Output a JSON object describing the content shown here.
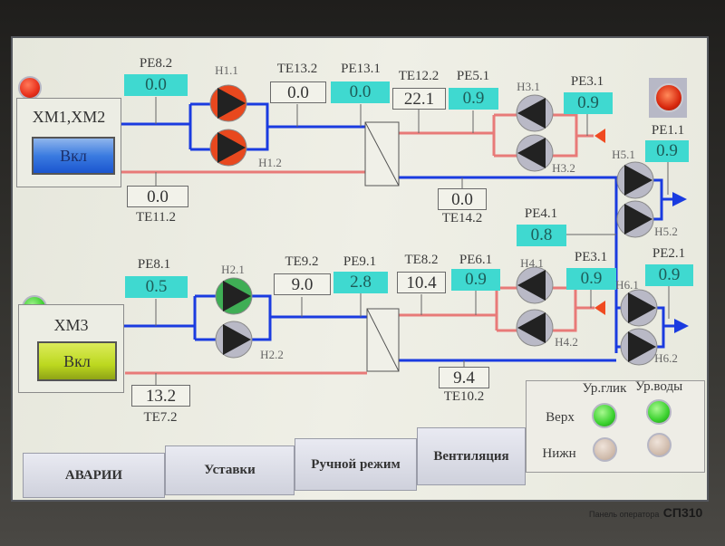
{
  "units": {
    "top": {
      "name": "ХМ1,ХМ2",
      "button": "Вкл",
      "status_color": "#e8301c"
    },
    "bottom": {
      "name": "ХМ3",
      "button": "Вкл",
      "status_color": "#3ccf2e"
    }
  },
  "sensors": [
    {
      "tag": "PE8.2",
      "value": "0.0"
    },
    {
      "tag": "TE13.2",
      "value": "0.0"
    },
    {
      "tag": "PE13.1",
      "value": "0.0"
    },
    {
      "tag": "TE11.2",
      "value": "0.0"
    },
    {
      "tag": "TE12.2",
      "value": "22.1"
    },
    {
      "tag": "PE5.1",
      "value": "0.9"
    },
    {
      "tag": "PE3.1",
      "value": "0.9"
    },
    {
      "tag": "PE1.1",
      "value": "0.9"
    },
    {
      "tag": "TE14.2",
      "value": "0.0"
    },
    {
      "tag": "PE4.1",
      "value": "0.8"
    },
    {
      "tag": "PE8.1",
      "value": "0.5"
    },
    {
      "tag": "TE9.2",
      "value": "9.0"
    },
    {
      "tag": "PE9.1",
      "value": "2.8"
    },
    {
      "tag": "TE7.2",
      "value": "13.2"
    },
    {
      "tag": "TE8.2",
      "value": "10.4"
    },
    {
      "tag": "PE6.1",
      "value": "0.9"
    },
    {
      "tag": "PE3.1",
      "value": "0.9"
    },
    {
      "tag": "PE2.1",
      "value": "0.9"
    },
    {
      "tag": "TE10.2",
      "value": "9.4"
    }
  ],
  "pumps": [
    {
      "tag": "Н1.1",
      "state": "fault",
      "color": "#e8481e"
    },
    {
      "tag": "Н1.2",
      "state": "fault",
      "color": "#e8481e"
    },
    {
      "tag": "Н3.1",
      "state": "off",
      "color": "#b9b9c6"
    },
    {
      "tag": "Н3.2",
      "state": "off",
      "color": "#b9b9c6"
    },
    {
      "tag": "Н5.1",
      "state": "off",
      "color": "#b9b9c6"
    },
    {
      "tag": "Н5.2",
      "state": "off",
      "color": "#b9b9c6"
    },
    {
      "tag": "Н2.1",
      "state": "running",
      "color": "#3fae55"
    },
    {
      "tag": "Н2.2",
      "state": "off",
      "color": "#b9b9c6"
    },
    {
      "tag": "Н4.1",
      "state": "off",
      "color": "#b9b9c6"
    },
    {
      "tag": "Н4.2",
      "state": "off",
      "color": "#b9b9c6"
    },
    {
      "tag": "Н6.1",
      "state": "off",
      "color": "#b9b9c6"
    },
    {
      "tag": "Н6.2",
      "state": "off",
      "color": "#b9b9c6"
    }
  ],
  "levels": {
    "col_glycol": "Ур.глик",
    "col_water": "Ур.воды",
    "row_top": "Верх",
    "row_bottom": "Нижн",
    "glycol_top": "on",
    "water_top": "on",
    "glycol_bottom": "off",
    "water_bottom": "off"
  },
  "tabs": [
    "АВАРИИ",
    "Уставки",
    "Ручной режим",
    "Вентиляция"
  ],
  "device": {
    "caption": "Панель оператора",
    "model": "СП310"
  },
  "colors": {
    "cold_pipe": "#1a3be0",
    "hot_pipe": "#e87a78",
    "cyan_field": "#3fd9d0"
  }
}
